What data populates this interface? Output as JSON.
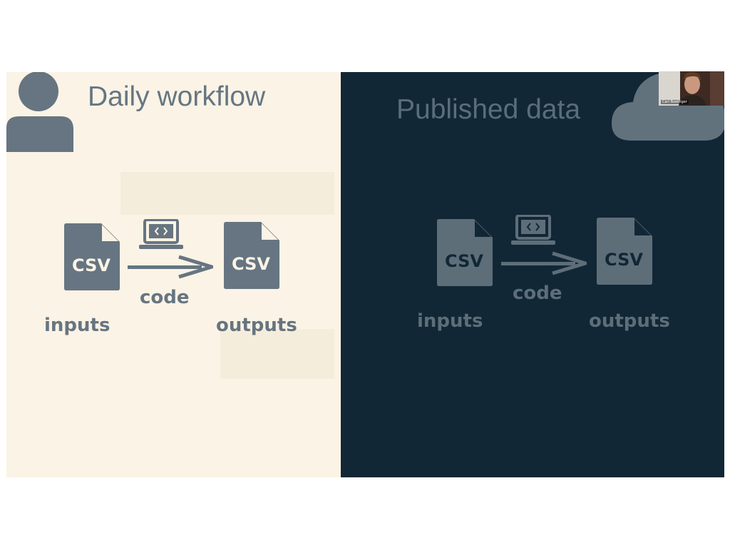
{
  "left_panel": {
    "title": "Daily workflow",
    "input_badge": "CSV",
    "output_badge": "CSV",
    "code_label": "code",
    "inputs_label": "inputs",
    "outputs_label": "outputs",
    "background_color": "#fbf3e5",
    "icon_color": "#667581",
    "person_icon": "person-icon"
  },
  "right_panel": {
    "title": "Published data",
    "input_badge": "CSV",
    "output_badge": "CSV",
    "code_label": "code",
    "inputs_label": "inputs",
    "outputs_label": "outputs",
    "background_color": "#112736",
    "icon_color": "#5e6e79",
    "cloud_icon": "cloud-icon"
  },
  "video_call": {
    "participant_name": "Carl Boettiger"
  }
}
